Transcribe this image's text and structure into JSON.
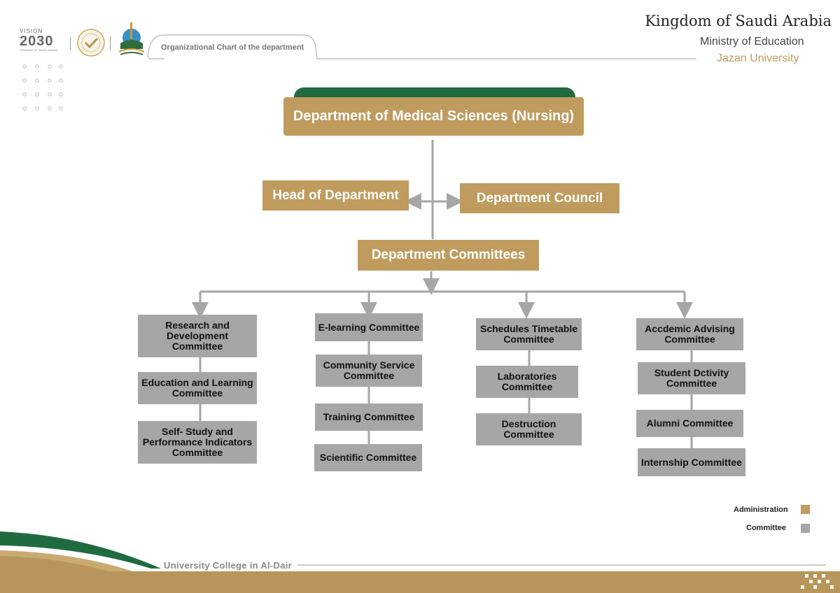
{
  "header": {
    "vision_text": "VISION",
    "vision_year": "2030",
    "vision_sub": "KINGDOM OF SAUDI ARABIA",
    "page_title": "Organizational Chart of the department",
    "country": "Kingdom of Saudi Arabia",
    "ministry": "Ministry of Education",
    "university": "Jazan University"
  },
  "chart": {
    "root": "Department of Medical Sciences (Nursing)",
    "head": "Head of Department",
    "council": "Department Council",
    "committees_hub": "Department Committees",
    "columns": [
      [
        "Research and\nDevelopment\nCommittee",
        "Education and Learning\nCommittee",
        "Self- Study and\nPerformance Indicators\nCommittee"
      ],
      [
        "E-learning Committee",
        "Community Service\nCommittee",
        "Training Committee",
        "Scientific Committee"
      ],
      [
        "Schedules Timetable\nCommittee",
        "Laboratories\nCommittee",
        "Destruction\nCommittee"
      ],
      [
        "Accdemic Advising\nCommittee",
        "Student Dctivity\nCommittee",
        "Alumni Committee",
        "Internship Committee"
      ]
    ]
  },
  "legend": {
    "administration": "Administration",
    "committee": "Committee"
  },
  "footer": {
    "college": "University College in Al-Dair"
  },
  "colors": {
    "administration": "#bf9b5e",
    "committee": "#a6a6a6",
    "green": "#1f6b3f",
    "connector": "#a6a6a6"
  }
}
